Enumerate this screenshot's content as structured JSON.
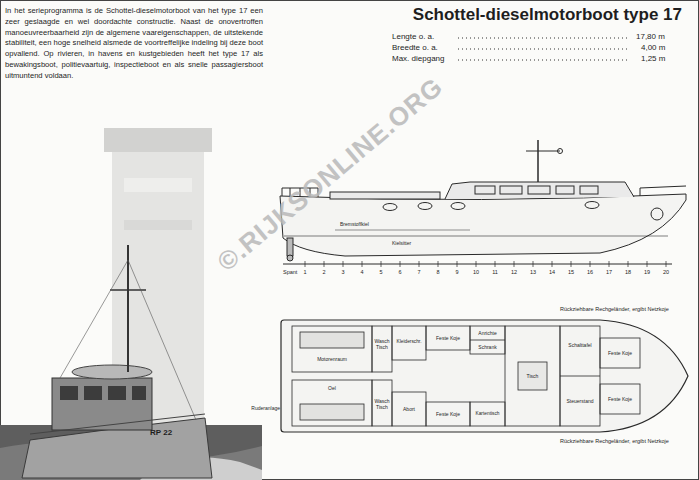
{
  "diagram": {
    "title": "Schottel-dieselmotorboot type 17",
    "labels": [
      "In het serieprogramma is de Schottel-dieselmotorboot van het type 17 een zeer geslaagde en wel doordachte constructie. Naast de onovertroffen manoeuvreerbaarheid zijn de algemene vaareigenschappen, de uitstekende stabiliteit, een hoge snelheid alsmede de voortreffelijke indeling bij deze boot opvallend. Op rivieren, in havens en kustgebieden heeft het type 17 als bewakingsboot, politievaartuig, inspectieboot en als snelle passagiersboot uitmuntend voldaan.",
      "Lengte o. a.",
      "17,80 m",
      "Breedte o. a.",
      "4,00 m",
      "Max. diepgang",
      "1,25 m",
      "©.RIJKSONLINE.ORG",
      "RP 22",
      "Bremstoffkiel",
      "Kielsitter",
      "Spant",
      "1",
      "2",
      "3",
      "4",
      "5",
      "6",
      "7",
      "8",
      "9",
      "10",
      "11",
      "12",
      "13",
      "14",
      "15",
      "16",
      "17",
      "18",
      "19",
      "20",
      "Motorenraum",
      "Oel",
      "Wasch Tisch",
      "Wasch Tisch",
      "Kleiderschr.",
      "Abort",
      "Feste Koje",
      "Feste Koje",
      "Anrichte",
      "Schrank",
      "Kartentisch",
      "Tisch",
      "Schalttafel",
      "Steuerstand",
      "Feste Koje",
      "Feste Koje",
      "Ruderanlage",
      "Rückziehbare Rechgeländer, ergibt Netzkoje",
      "Rückziehbare Rechgeländer, ergibt Netzkoje"
    ]
  }
}
